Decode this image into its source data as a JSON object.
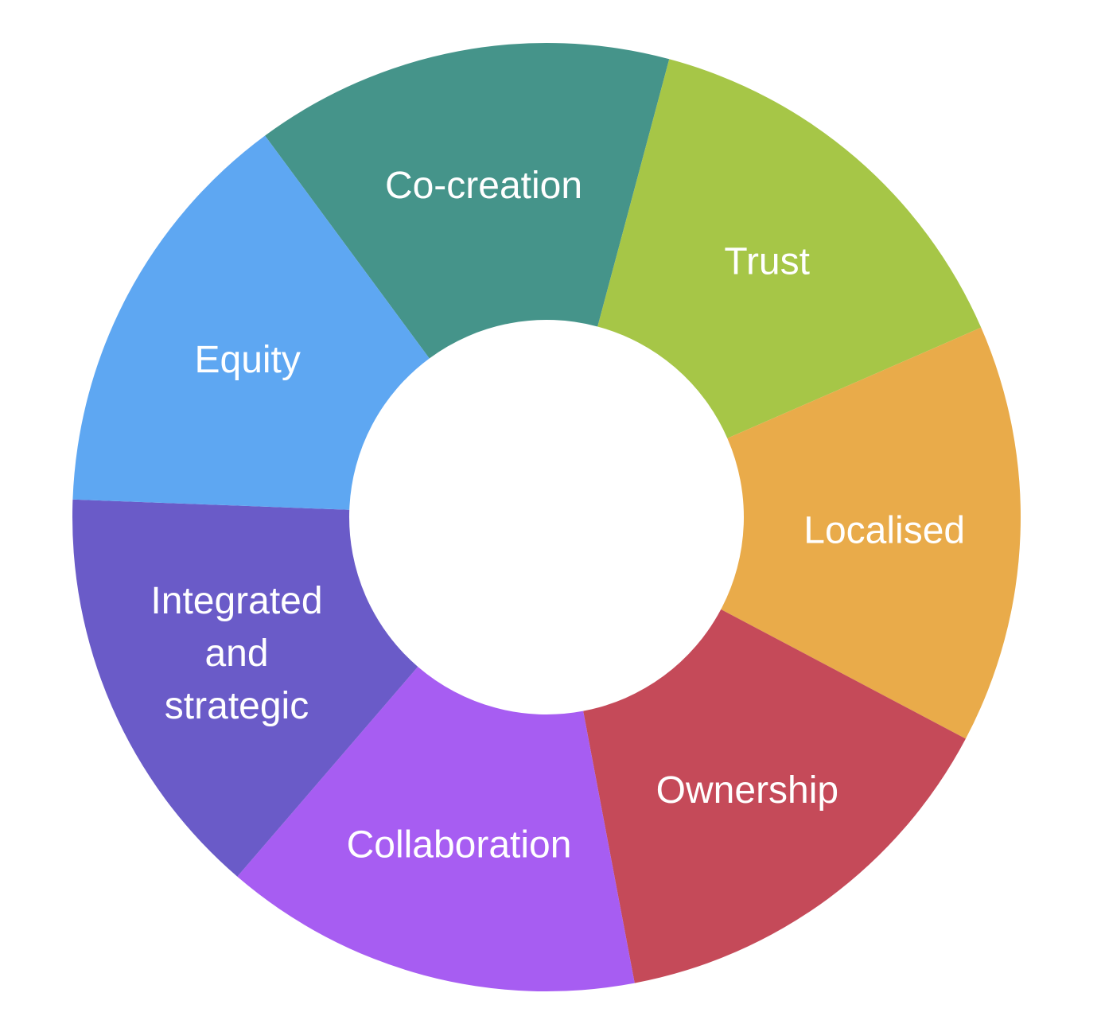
{
  "page": {
    "background": "#FFFFFF"
  },
  "chart_data": {
    "type": "pie",
    "subtype": "donut",
    "title": "",
    "legend": false,
    "background": "#FFFFFF",
    "label_color": "#FFFFFF",
    "notes": "Donut chart with 7 equal segments (1/7 each). Hole radius ~42% of outer radius. Segment boundaries fall at 15deg, 66.4deg, 117.9deg, 169.3deg, 220.7deg, 272.1deg and 323.6deg measured clockwise from 12 o'clock.",
    "segments": [
      {
        "label": "Co-creation",
        "value": 1,
        "share": "1/7",
        "color": "#45948A",
        "start_deg": 323.57,
        "end_deg": 375.0
      },
      {
        "label": "Trust",
        "value": 1,
        "share": "1/7",
        "color": "#A6C647",
        "start_deg": 15.0,
        "end_deg": 66.43
      },
      {
        "label": "Localised",
        "value": 1,
        "share": "1/7",
        "color": "#E9AB4A",
        "start_deg": 66.43,
        "end_deg": 117.86
      },
      {
        "label": "Ownership",
        "value": 1,
        "share": "1/7",
        "color": "#C54A59",
        "start_deg": 117.86,
        "end_deg": 169.29
      },
      {
        "label": "Collaboration",
        "value": 1,
        "share": "1/7",
        "color": "#A75DF2",
        "start_deg": 169.29,
        "end_deg": 220.71
      },
      {
        "label": "Integrated and strategic",
        "label_lines": [
          "Integrated",
          "and",
          "strategic"
        ],
        "value": 1,
        "share": "1/7",
        "color": "#6A5BC8",
        "start_deg": 220.71,
        "end_deg": 272.14
      },
      {
        "label": "Equity",
        "value": 1,
        "share": "1/7",
        "color": "#5EA7F2",
        "start_deg": 272.14,
        "end_deg": 323.57
      }
    ]
  }
}
